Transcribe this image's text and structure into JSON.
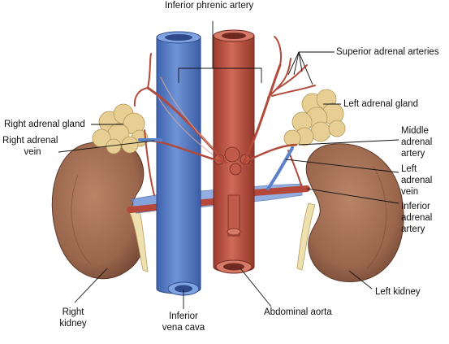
{
  "labels": {
    "inferior_phrenic_artery": "Inferior phrenic artery",
    "superior_adrenal_arteries": "Superior adrenal arteries",
    "right_adrenal_gland": "Right adrenal gland",
    "left_adrenal_gland": "Left adrenal gland",
    "right_adrenal_vein_1": "Right adrenal",
    "right_adrenal_vein_2": "vein",
    "middle_adrenal_artery_1": "Middle",
    "middle_adrenal_artery_2": "adrenal",
    "middle_adrenal_artery_3": "artery",
    "left_adrenal_vein_1": "Left",
    "left_adrenal_vein_2": "adrenal",
    "left_adrenal_vein_3": "vein",
    "inferior_adrenal_artery_1": "Inferior",
    "inferior_adrenal_artery_2": "adrenal",
    "inferior_adrenal_artery_3": "artery",
    "right_kidney_1": "Right",
    "right_kidney_2": "kidney",
    "inferior_vena_cava_1": "Inferior",
    "inferior_vena_cava_2": "vena cava",
    "abdominal_aorta": "Abdominal aorta",
    "left_kidney": "Left kidney"
  },
  "colors": {
    "vein": "#5b82c9",
    "artery": "#c25a4a",
    "kidney": "#9e6a4f",
    "adrenal_gland": "#e7cf93",
    "ureter": "#efe0b0"
  }
}
